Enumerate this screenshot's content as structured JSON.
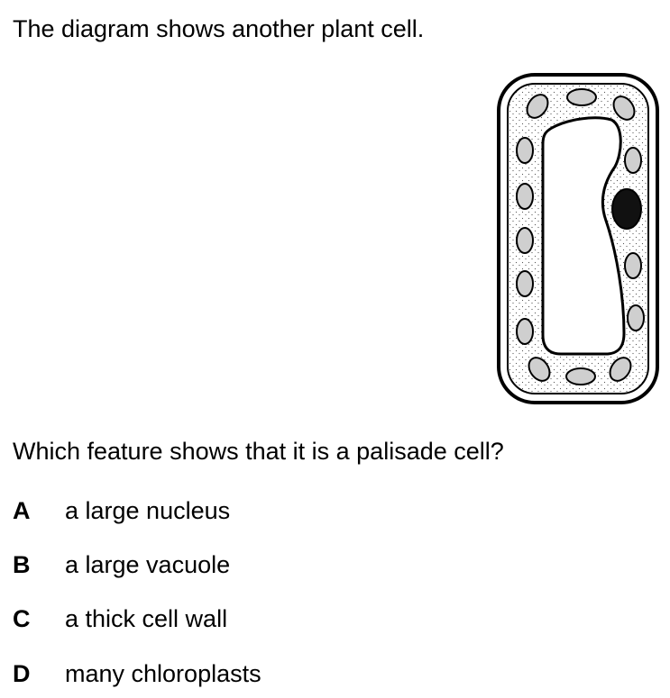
{
  "intro_text": "The diagram shows another plant cell.",
  "question_text": "Which feature shows that it is a palisade cell?",
  "options": [
    {
      "letter": "A",
      "text": "a large nucleus"
    },
    {
      "letter": "B",
      "text": "a large vacuole"
    },
    {
      "letter": "C",
      "text": "a thick cell wall"
    },
    {
      "letter": "D",
      "text": "many chloroplasts"
    }
  ],
  "diagram": {
    "colors": {
      "stroke": "#000000",
      "cytoplasm": "#f2f2f2",
      "chloroplast": "#cfcfcf",
      "nucleus": "#111111",
      "vacuole": "#ffffff"
    }
  }
}
